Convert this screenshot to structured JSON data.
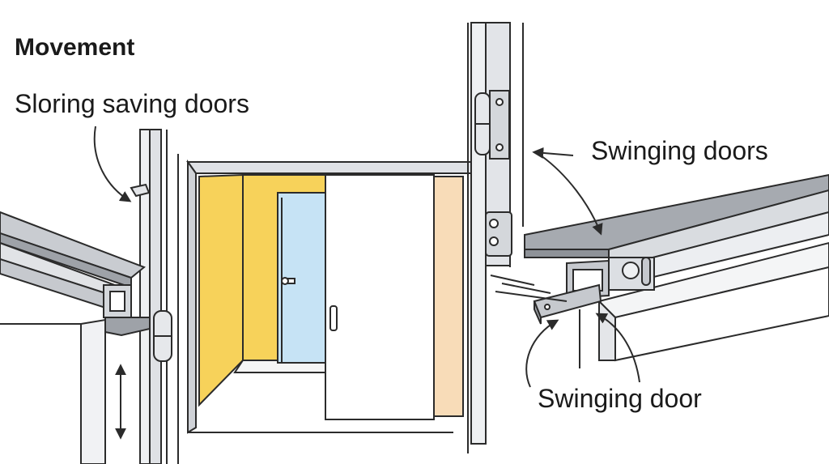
{
  "labels": {
    "title": "Movement",
    "sliding": "Sloring saving doors",
    "swinging_plural": "Swinging doors",
    "swinging_single": "Swinging door"
  },
  "colors": {
    "outline": "#2b2b2b",
    "metal_light": "#e9eaed",
    "metal_mid": "#c9ccd1",
    "metal_dark": "#9ea2a8",
    "yellow_panel": "#f7d25a",
    "blue_door": "#c6e3f5",
    "peach_panel": "#f8dcb8",
    "white_door": "#ffffff"
  },
  "icons": {
    "arrows": "curved-pointer-arrow",
    "vertical_motion": "double-headed-arrow"
  }
}
